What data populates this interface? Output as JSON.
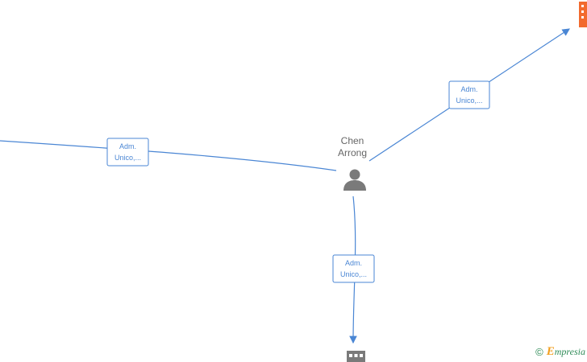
{
  "person": {
    "name_line1": "Chen",
    "name_line2": "Arrong"
  },
  "edges": [
    {
      "line1": "Adm.",
      "line2": "Unico,..."
    },
    {
      "line1": "Adm.",
      "line2": "Unico,..."
    },
    {
      "line1": "Adm.",
      "line2": "Unico,..."
    }
  ],
  "footer": {
    "copyright": "©",
    "brand_first": "E",
    "brand_rest": "mpresia"
  },
  "colors": {
    "edge": "#4a86d4",
    "company_top": "#f26a2e",
    "company_bottom": "#7a7a7a",
    "person": "#7a7a7a"
  }
}
